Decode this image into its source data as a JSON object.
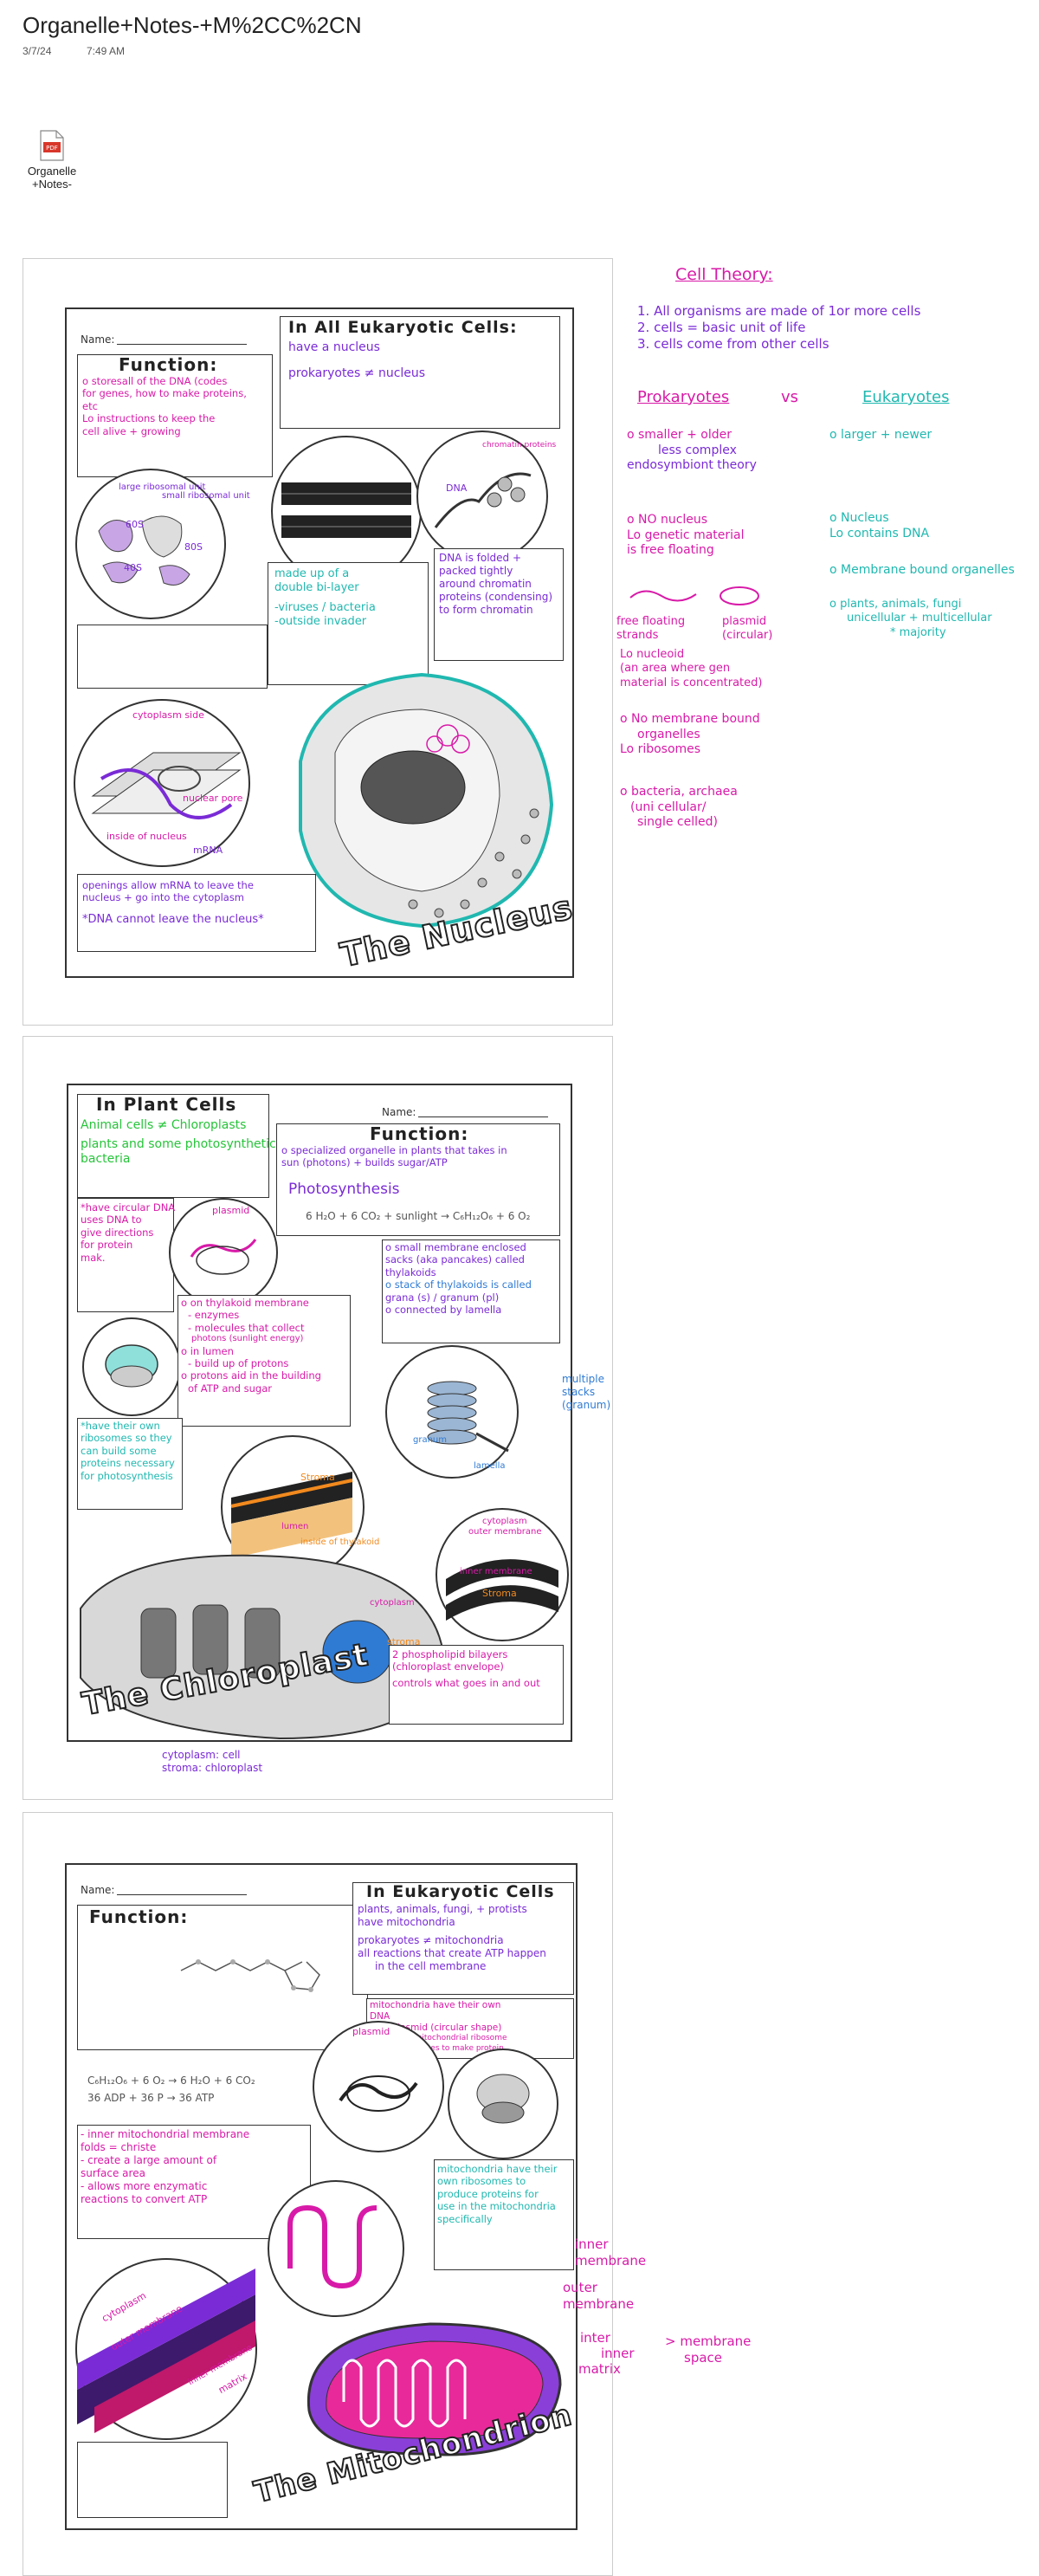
{
  "header": {
    "title": "Organelle+Notes-+M%2CC%2CN",
    "date": "3/7/24",
    "time": "7:49 AM"
  },
  "attachment": {
    "icon": "pdf-file-icon",
    "line1": "Organelle",
    "line2": "+Notes-"
  },
  "colors": {
    "magenta": "#d81aa8",
    "teal": "#20b8b0",
    "purple": "#7a2bd6",
    "green": "#27c43a",
    "blue": "#2f7bd4"
  },
  "nucleus": {
    "name_label": "Name:",
    "function_title": "Function:",
    "eukaryotic_title": "In All Eukaryotic Cells:",
    "function_notes": [
      "o storesall of the DNA (codes",
      "for genes, how to make proteins,",
      "etc",
      "Lo instructions to keep the",
      "cell alive + growing"
    ],
    "eukaryotic_notes": [
      "have a nucleus",
      "prokaryotes ≠ nucleus"
    ],
    "chromatin_labels": [
      "DNA",
      "chromatin proteins"
    ],
    "nucleolus_labels": [
      "large ribosomal unit",
      "small ribosomal unit",
      "60S",
      "40S",
      "80S"
    ],
    "envelope_notes": [
      "made up of a",
      "double bi-layer",
      "-viruses / bacteria",
      "-outside invader"
    ],
    "chromatin_notes": [
      "DNA is folded +",
      "packed tightly",
      "around chromatin",
      "proteins (condensing)",
      "to form chromatin"
    ],
    "pore_labels": [
      "cytoplasm side",
      "nuclear pore",
      "inside of nucleus",
      "mRNA"
    ],
    "pore_notes": [
      "openings allow mRNA to leave the",
      "nucleus + go into the cytoplasm",
      "*DNA cannot leave the nucleus*"
    ],
    "title": "The Nucleus"
  },
  "side_notes": {
    "cell_theory_title": "Cell Theory:",
    "cell_theory": [
      "1. All organisms are made of 1or more cells",
      "2. cells = basic unit of life",
      "3. cells come from other cells"
    ],
    "prokaryotes_heading": "Prokaryotes",
    "vs": "vs",
    "eukaryotes_heading": "Eukaryotes",
    "prokaryotes": [
      "o smaller + older",
      "less complex",
      "endosymbiont theory",
      "o NO nucleus",
      "Lo genetic material",
      "is free floating",
      "free floating",
      "strands",
      "plasmid",
      "(circular)",
      "Lo nucleoid",
      "(an area where gen",
      "material is concentrated)",
      "o No membrane bound",
      "organelles",
      "Lo ribosomes",
      "o bacteria, archaea",
      "(uni cellular/",
      "single celled)"
    ],
    "eukaryotes": [
      "o larger + newer",
      "o Nucleus",
      "Lo contains DNA",
      "o Membrane bound organelles",
      "o plants, animals, fungi",
      "unicellular + multicellular",
      "* majority"
    ]
  },
  "chloroplast": {
    "plant_title": "In Plant Cells",
    "name_label": "Name:",
    "function_title": "Function:",
    "plant_notes": [
      "Animal cells ≠ Chloroplasts",
      "plants and some photosynthetic",
      "bacteria"
    ],
    "function_notes": [
      "o specialized organelle in plants that takes in",
      "sun (photons) + builds sugar/ATP"
    ],
    "photosynthesis": "Photosynthesis",
    "equation": "6 H₂O + 6 CO₂ + sunlight → C₆H₁₂O₆ + 6 O₂",
    "dna_notes": [
      "*have circular DNA",
      "uses DNA to",
      "give directions",
      "for protein",
      "mak."
    ],
    "plasmid": "plasmid",
    "thylakoid_notes": [
      "o small membrane enclosed",
      "sacks (aka pancakes) called",
      "thylakoids",
      "o stack of thylakoids is called",
      "grana (s) / granum (pl)",
      "o connected by lamella"
    ],
    "granum_side": [
      "multiple",
      "stacks",
      "(granum)"
    ],
    "membrane_notes": [
      "o on thylakoid membrane",
      "- enzymes",
      "- molecules that collect",
      "photons (sunlight energy)",
      "o in lumen",
      "- build up of protons",
      "o protons aid in the building",
      "of ATP and sugar"
    ],
    "ribosome_notes": [
      "*have their own",
      "ribosomes so they",
      "can build some",
      "proteins necessary",
      "for photosynthesis"
    ],
    "stroma_labels": [
      "Stroma",
      "lumen",
      "inside of thylakoid",
      "cytoplasm",
      "stroma",
      "granum",
      "lamella"
    ],
    "double_labels": [
      "cytoplasm",
      "outer membrane",
      "inner membrane",
      "Stroma"
    ],
    "envelope_notes": [
      "2 phospholipid bilayers",
      "(chloroplast envelope)",
      "controls what goes in and out"
    ],
    "title": "The Chloroplast",
    "footer": [
      "cytoplasm: cell",
      "stroma: chloroplast"
    ]
  },
  "mitochondria": {
    "name_label": "Name:",
    "function_title": "Function:",
    "eukaryotic_title": "In Eukaryotic Cells",
    "eukaryotic_notes": [
      "plants, animals, fungi, + protists",
      "have mitochondria",
      "prokaryotes ≠ mitochondria",
      "all reactions that create ATP happen",
      "in the cell membrane"
    ],
    "dna_notes": [
      "mitochondria have their own",
      "DNA",
      "aka: plasmid (circular shape)",
      "tells mitochondrial ribosome",
      "which ones to make protein"
    ],
    "plasmid": "plasmid",
    "equation1": "C₆H₁₂O₆ + 6 O₂ → 6 H₂O + 6 CO₂",
    "equation2": "36 ADP + 36 P → 36 ATP",
    "cristae_notes": [
      "- inner mitochondrial membrane",
      "folds = christe",
      "- create a large amount of",
      "surface area",
      "- allows more enzymatic",
      "reactions to convert ATP"
    ],
    "ribosome_notes": [
      "mitochondria have their",
      "own ribosomes to",
      "produce proteins for",
      "use in the mitochondria",
      "specifically"
    ],
    "membrane_labels": [
      "cytoplasm",
      "outer membrane",
      "inner membrane",
      "matrix"
    ],
    "side_labels": [
      "inner",
      "membrane",
      "outer",
      "membrane",
      "inter",
      "inner",
      "matrix",
      "membrane",
      "space"
    ],
    "title": "The Mitochondrion"
  }
}
